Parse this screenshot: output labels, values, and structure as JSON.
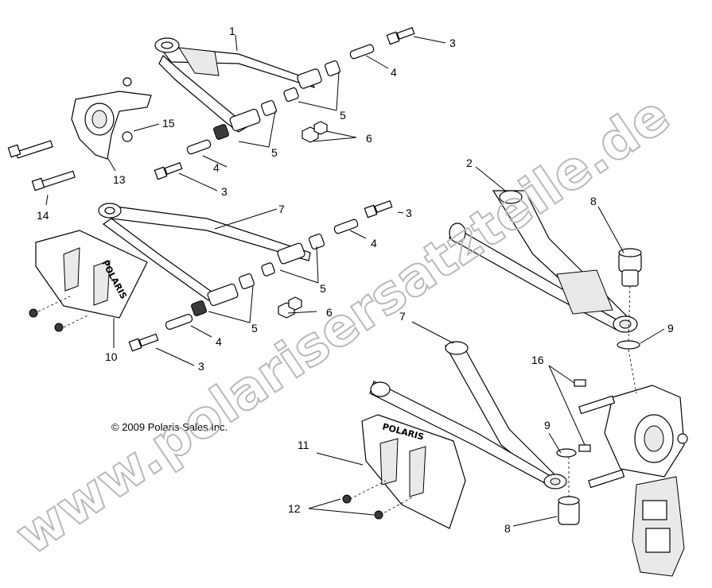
{
  "diagram": {
    "copyright": "© 2009 Polaris Sales Inc.",
    "watermark": "www.polarisersatzteile.de",
    "brand_text": "POLARIS",
    "callouts": [
      {
        "id": "c1",
        "label": "1"
      },
      {
        "id": "c2",
        "label": "2"
      },
      {
        "id": "c3a",
        "label": "3"
      },
      {
        "id": "c3b",
        "label": "3"
      },
      {
        "id": "c3c",
        "label": "3"
      },
      {
        "id": "c3d",
        "label": "3"
      },
      {
        "id": "c4a",
        "label": "4"
      },
      {
        "id": "c4b",
        "label": "4"
      },
      {
        "id": "c4c",
        "label": "4"
      },
      {
        "id": "c4d",
        "label": "4"
      },
      {
        "id": "c5a",
        "label": "5"
      },
      {
        "id": "c5b",
        "label": "5"
      },
      {
        "id": "c5c",
        "label": "5"
      },
      {
        "id": "c5d",
        "label": "5"
      },
      {
        "id": "c6a",
        "label": "6"
      },
      {
        "id": "c6b",
        "label": "6"
      },
      {
        "id": "c7a",
        "label": "7"
      },
      {
        "id": "c7b",
        "label": "7"
      },
      {
        "id": "c8a",
        "label": "8"
      },
      {
        "id": "c8b",
        "label": "8"
      },
      {
        "id": "c9a",
        "label": "9"
      },
      {
        "id": "c9b",
        "label": "9"
      },
      {
        "id": "c10",
        "label": "10"
      },
      {
        "id": "c11",
        "label": "11"
      },
      {
        "id": "c12",
        "label": "12"
      },
      {
        "id": "c13",
        "label": "13"
      },
      {
        "id": "c14",
        "label": "14"
      },
      {
        "id": "c15",
        "label": "15"
      },
      {
        "id": "c16",
        "label": "16"
      }
    ]
  }
}
